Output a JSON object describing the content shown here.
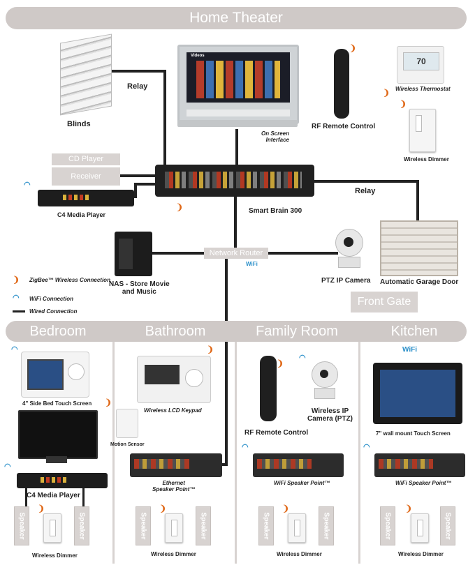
{
  "top_banner": "Home Theater",
  "rooms": [
    "Bedroom",
    "Bathroom",
    "Family Room",
    "Kitchen"
  ],
  "labels": {
    "blinds": "Blinds",
    "relay_left": "Relay",
    "relay_right": "Relay",
    "on_screen": "On Screen\nInterface",
    "rf_remote_top": "RF Remote Control",
    "wireless_thermostat": "Wireless Thermostat",
    "wireless_dimmer_top": "Wireless Dimmer",
    "cd_player": "CD Player",
    "receiver": "Receiver",
    "c4_media_player_top": "C4 Media Player",
    "smart_brain": "Smart Brain 300",
    "network_router": "Network Router",
    "nas": "NAS - Store Movie\nand Music",
    "ptz_ip_camera": "PTZ IP Camera",
    "garage_door": "Automatic Garage Door",
    "front_gate": "Front Gate",
    "tv_screen_title": "Videos",
    "thermostat_display": "70",
    "router_wifi": "WiFi"
  },
  "legend": {
    "zigbee": "ZigBee™ Wireless Connection",
    "wifi": "WiFi Connection",
    "wired": "Wired Connection"
  },
  "bedroom": {
    "touch_screen": "4\" Side Bed Touch Screen",
    "media_player": "C4 Media Player",
    "speaker": "Speaker",
    "dimmer": "Wireless Dimmer"
  },
  "bathroom": {
    "keypad": "Wireless LCD Keypad",
    "motion_sensor": "Motion Sensor",
    "speaker_point": "Ethernet\nSpeaker Point™",
    "speaker": "Speaker",
    "dimmer": "Wireless Dimmer"
  },
  "family_room": {
    "remote": "RF Remote Control",
    "camera": "Wireless IP\nCamera (PTZ)",
    "speaker_point": "WiFi Speaker Point™",
    "speaker": "Speaker",
    "dimmer": "Wireless Dimmer"
  },
  "kitchen": {
    "wifi_badge": "WiFi",
    "touch_screen": "7\" wall mount Touch Screen",
    "speaker_point": "WiFi Speaker Point™",
    "speaker": "Speaker",
    "dimmer": "Wireless Dimmer"
  }
}
